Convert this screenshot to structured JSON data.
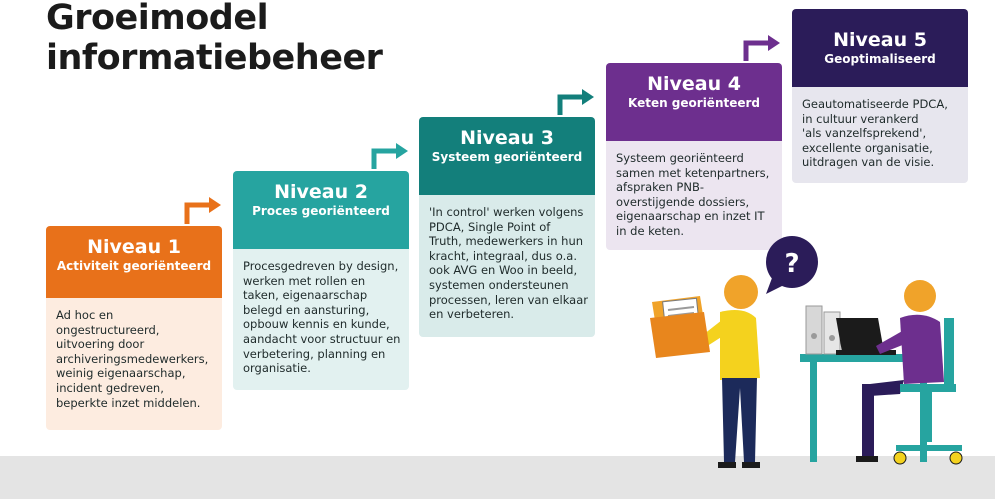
{
  "title": [
    "Groeimodel",
    "informatiebeheer"
  ],
  "colors": {
    "level1": "#e8711a",
    "level1_body": "#fdece0",
    "level2": "#26a4a0",
    "level2_body": "#e2f1f0",
    "level3": "#137f7b",
    "level3_body": "#d9ebea",
    "level4": "#6d2f8e",
    "level4_body": "#ece5f0",
    "level5": "#2b1c59",
    "level5_body": "#e7e6ee",
    "footer": "#e4e4e4"
  },
  "levels": [
    {
      "level": "Niveau 1",
      "subtitle": "Activiteit georiënteerd",
      "description": [
        "Ad hoc en",
        "ongestructureerd,",
        "uitvoering door",
        "archiveringsmedewerkers,",
        "weinig eigenaarschap,",
        "incident gedreven,",
        "beperkte inzet middelen."
      ]
    },
    {
      "level": "Niveau 2",
      "subtitle": "Proces georiënteerd",
      "description": [
        "Procesgedreven by design,",
        "werken met rollen en",
        "taken, eigenaarschap",
        "belegd en aansturing,",
        "opbouw kennis en kunde,",
        "aandacht voor structuur en",
        "verbetering, planning en",
        "organisatie."
      ]
    },
    {
      "level": "Niveau 3",
      "subtitle": "Systeem georiënteerd",
      "description": [
        "'In control' werken volgens",
        "PDCA, Single Point of",
        "Truth, medewerkers in hun",
        "kracht, integraal, dus o.a.",
        "ook AVG en Woo in beeld,",
        "systemen ondersteunen",
        "processen, leren van elkaar",
        "en verbeteren."
      ]
    },
    {
      "level": "Niveau 4",
      "subtitle": "Keten georiënteerd",
      "description": [
        "Systeem georiënteerd",
        "samen met ketenpartners,",
        "afspraken PNB-",
        "overstijgende dossiers,",
        "eigenaarschap en inzet IT",
        "in de keten."
      ]
    },
    {
      "level": "Niveau 5",
      "subtitle": "Geoptimaliseerd",
      "description": [
        "Geautomatiseerde PDCA,",
        "in cultuur verankerd",
        "'als vanzelfsprekend',",
        "excellente organisatie,",
        "uitdragen van de visie."
      ]
    }
  ],
  "illustration": {
    "speech_bubble_symbol": "?"
  }
}
